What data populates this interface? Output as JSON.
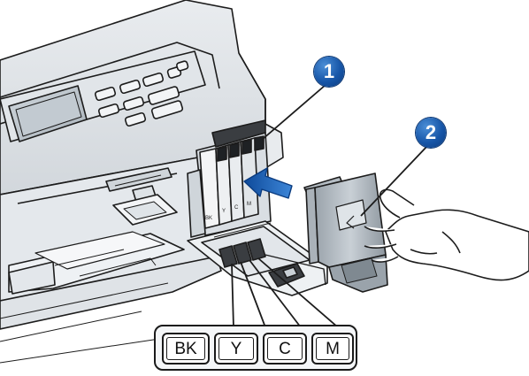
{
  "callouts": {
    "step1": "1",
    "step2": "2"
  },
  "ink_labels": {
    "bk": "BK",
    "y": "Y",
    "c": "C",
    "m": "M"
  },
  "colors": {
    "callout_blue": "#1756a8",
    "arrow_blue": "#1f63b8",
    "line_gray": "#2a2a2a"
  },
  "icons": {
    "printer": "printer-illustration",
    "cartridge": "ink-cartridge-illustration",
    "hand": "hand-illustration",
    "insert_arrow": "insert-arrow-icon"
  }
}
